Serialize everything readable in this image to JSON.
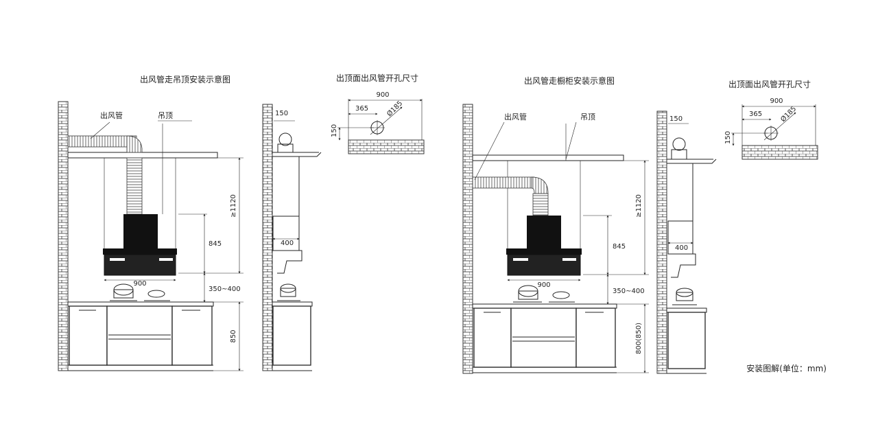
{
  "titles": {
    "ceiling_install": "出风管走吊顶安装示意图",
    "hole_size_1": "出顶面出风管开孔尺寸",
    "cabinet_install": "出风管走橱柜安装示意图",
    "hole_size_2": "出顶面出风管开孔尺寸"
  },
  "labels": {
    "duct": "出风管",
    "ceiling": "吊顶"
  },
  "dims": {
    "width_900": "900",
    "offset_365": "365",
    "diameter_185": "Ø185",
    "size_150": "150",
    "min_1120": "≥1120",
    "height_845": "845",
    "gap_350_400": "350~400",
    "cabinet_850": "850",
    "cabinet_800_850": "800(850)",
    "depth_400": "400"
  },
  "note": "安装图解(单位：mm)",
  "colors": {
    "line": "#222222",
    "hood": "#111111"
  }
}
